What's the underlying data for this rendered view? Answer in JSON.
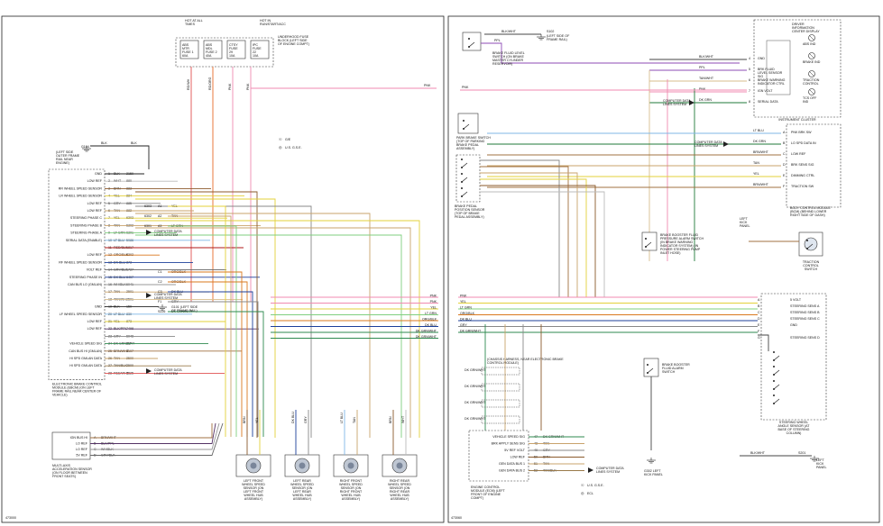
{
  "left_page": {
    "code": "473000",
    "fuse_top": {
      "hot_label": "HOT AT ALL TIMES",
      "hot_label2": "HOT IN RUN/START/ACC",
      "fuses": [
        {
          "name": "ABS MTR FUSE 1",
          "rating": "60A"
        },
        {
          "name": "ABS MDL FUSE 2",
          "rating": "40A"
        },
        {
          "name": "CTSY FUSE 29",
          "rating": "10A"
        },
        {
          "name": "IPC FUSE 22",
          "rating": "10A"
        }
      ],
      "block_label": "UNDERHOOD FUSE BLOCK (LEFT SIDE OF ENGINE COMPT)"
    },
    "top_wire_labels": [
      "RD/WH",
      "RD/ORG",
      "PNK",
      "PNK"
    ],
    "right_feed_label": "PNK",
    "ground_splice": {
      "id": "G104",
      "wire": "BLK",
      "desc": "(LEFT SIDE OUTER FRAME RAIL NEAR ENGINE)"
    },
    "legend": [
      {
        "mark": "☉",
        "text": "G/E"
      },
      {
        "mark": "◎",
        "text": "U.S. G.S.E."
      }
    ],
    "ebcm_pins": [
      {
        "label": "GND",
        "pin": "1",
        "wire": "BLK",
        "circ": "2150"
      },
      {
        "label": "LOW REF",
        "pin": "2",
        "wire": "WHT",
        "circ": "880"
      },
      {
        "label": "RR WHEEL SPEED SENSOR",
        "pin": "3",
        "wire": "BRN",
        "circ": "883"
      },
      {
        "label": "LR WHEEL SPEED SENSOR",
        "pin": "4",
        "wire": "YEL",
        "circ": "884"
      },
      {
        "label": "LOW REF",
        "pin": "5",
        "wire": "GRY",
        "circ": "885"
      },
      {
        "label": "LOW REF",
        "pin": "6",
        "wire": "TAN",
        "circ": "882"
      },
      {
        "label": "STEERING PHASE C",
        "pin": "7",
        "wire": "YEL",
        "circ": "6303"
      },
      {
        "label": "STEERING PHASE B",
        "pin": "8",
        "wire": "TAN",
        "circ": "6302"
      },
      {
        "label": "STEERING PHASE A",
        "pin": "9",
        "wire": "LT GRN",
        "circ": "6301"
      },
      {
        "label": "SERIAL DATA (ENABLE)",
        "pin": "10",
        "wire": "LT BLU",
        "circ": "5986"
      },
      {
        "label": "",
        "pin": "11",
        "wire": "RED/BLK",
        "circ": "1817"
      },
      {
        "label": "LOW REF",
        "pin": "12",
        "wire": "ORG/BLK",
        "circ": "6302"
      },
      {
        "label": "RF WHEEL SPEED SENSOR",
        "pin": "13",
        "wire": "DK BLU",
        "circ": "873"
      },
      {
        "label": "VOLT REF",
        "pin": "14",
        "wire": "GRY/BLK",
        "circ": "1727"
      },
      {
        "label": "STEERING PHASE IN",
        "pin": "15",
        "wire": "DK BLU",
        "circ": "6407"
      },
      {
        "label": "CAN BUS LO (GMLAN)",
        "pin": "16",
        "wire": "WH/BLK",
        "circ": "6041"
      },
      {
        "label": "",
        "pin": "17",
        "wire": "TAN",
        "circ": "2501"
      },
      {
        "label": "",
        "pin": "18",
        "wire": "TAN/WH",
        "circ": "2501"
      },
      {
        "label": "GND",
        "pin": "19",
        "wire": "BLK",
        "circ": "150"
      },
      {
        "label": "LF WHEEL SPEED SENSOR",
        "pin": "20",
        "wire": "LT BLU",
        "circ": "830"
      },
      {
        "label": "LOW REF",
        "pin": "21",
        "wire": "YEL",
        "circ": "873"
      },
      {
        "label": "LOW REF",
        "pin": "22",
        "wire": "BLK/PPL",
        "circ": "7498"
      },
      {
        "label": "",
        "pin": "23",
        "wire": "GRY",
        "circ": "6048"
      },
      {
        "label": "VEHICLE SPEED SIG",
        "pin": "24",
        "wire": "DK GRN/WHT",
        "circ": "817"
      },
      {
        "label": "CAN BUS HI (GMLAN)",
        "pin": "25",
        "wire": "BRN/WHT",
        "circ": "6107"
      },
      {
        "label": "HI SPD GMLAN DATA",
        "pin": "26",
        "wire": "TAN",
        "circ": "2500"
      },
      {
        "label": "HI SPD GMLAN DATA",
        "pin": "27",
        "wire": "TAN/BLK",
        "circ": "2500"
      },
      {
        "label": "",
        "pin": "28",
        "wire": "RED/WHT",
        "circ": "1825"
      }
    ],
    "ebcm_name": "ELECTRONIC BRAKE CONTROL MODULE (EBCM) (ON LEFT FRAME RAIL NEAR CENTER OF VEHICLE)",
    "mid_connectors": [
      {
        "pin": "A1",
        "wire": "YEL",
        "circ": "6303"
      },
      {
        "pin": "A2",
        "wire": "TAN",
        "circ": "6302"
      },
      {
        "pin": "A3",
        "wire": "LT GRN",
        "circ": "6301"
      },
      {
        "pin": "C1",
        "wire": "ORG/BLK",
        "circ": ""
      },
      {
        "pin": "C2",
        "wire": "ORG/BLK",
        "circ": ""
      },
      {
        "pin": "C3",
        "wire": "DK BLU",
        "circ": ""
      },
      {
        "pin": "F1",
        "wire": "GRY",
        "circ": ""
      },
      {
        "pin": "S226",
        "wire": "DK GRN/WHT",
        "circ": ""
      }
    ],
    "data_links": [
      "COMPUTER DATA LINES SYSTEM",
      "COMPUTER DATA LINES SYSTEM",
      "COMPUTER DATA LINES SYSTEM"
    ],
    "ground_left": "G101 (LEFT SIDE OF FRAME RAIL)",
    "right_bus": [
      "PNK",
      "PNK",
      "YEL",
      "LT GRN",
      "ORG/BLK",
      "DK BLU",
      "DK GRN/WHT",
      "DK GRN/WHT"
    ],
    "yaw_sensor": {
      "pins": [
        {
          "label": "IGN BUS HI",
          "pin": "A",
          "wire": "BRN/WHT"
        },
        {
          "label": "LO REF",
          "pin": "B",
          "wire": "BLK/PPL"
        },
        {
          "label": "LO REF",
          "pin": "C",
          "wire": "WH/BLK"
        },
        {
          "label": "5V REF",
          "pin": "D",
          "wire": "GRY/BLK"
        }
      ],
      "name": "MULTI-AXIS ACCELERATION SENSOR (ON FLOOR BETWEEN FRONT SEATS)"
    },
    "wheel_sensors": [
      {
        "wires": [
          "BRN",
          "YEL"
        ],
        "name": "LEFT FRONT WHEEL SPEED SENSOR (ON LEFT FRONT WHEEL HUB ASSEMBLY)"
      },
      {
        "wires": [
          "DK BLU",
          "GRY"
        ],
        "name": "LEFT REAR WHEEL SPEED SENSOR (ON LEFT REAR WHEEL HUB ASSEMBLY)"
      },
      {
        "wires": [
          "LT BLU",
          "TAN"
        ],
        "name": "RIGHT FRONT WHEEL SPEED SENSOR (ON RIGHT FRONT WHEEL HUB ASSEMBLY)"
      },
      {
        "wires": [
          "BRN",
          "WHT"
        ],
        "name": "RIGHT REAR WHEEL SPEED SENSOR (ON RIGHT REAR WHEEL HUB ASSEMBLY)"
      }
    ]
  },
  "right_page": {
    "code": "473060",
    "top_ground": {
      "wire": "BLK/WHT",
      "splice": "S102",
      "desc": "(LEFT SIDE OF FRAME RAIL)"
    },
    "fluid_switch": {
      "wire": "PPL",
      "name": "BRAKE FLUID LEVEL SWITCH (ON BRAKE MASTER CYLINDER RESERVOIR)"
    },
    "ipc": {
      "name": "INSTRUMENT CLUSTER",
      "header": "DRIVER INFORMATION CENTER DISPLAY",
      "pins": [
        {
          "pin": "4",
          "label": "GND",
          "wire": "BLK/WHT"
        },
        {
          "pin": "5",
          "label": "BRK FLUID LEVEL SENSOR SIG",
          "wire": "PPL"
        },
        {
          "pin": "6",
          "label": "BRAKE WARNING INDICATOR CTRL",
          "wire": "TAN/WHT"
        },
        {
          "pin": "7",
          "label": "IGN VOLT",
          "wire": "PNK"
        },
        {
          "pin": "8",
          "label": "SERIAL DATA",
          "wire": "DK GRN"
        }
      ],
      "lamps": [
        "ABS IND",
        "BRAKE IND",
        "TRACTION CONTROL",
        "TCS OFF IND"
      ]
    },
    "bcm": {
      "name": "BODY CONTROL MODULE (BCM) (BEHIND LOWER RIGHT SIDE OF DASH)",
      "pins": [
        {
          "pin": "A",
          "label": "PNK BRK SW",
          "wire": "LT BLU"
        },
        {
          "pin": "B",
          "label": "LO SPD DATA IN",
          "wire": "DK GRN"
        },
        {
          "pin": "C",
          "label": "LOW REF",
          "wire": "BRN/WHT"
        },
        {
          "pin": "D",
          "label": "BRK SENS SIG",
          "wire": "TAN"
        },
        {
          "pin": "E",
          "label": "DIMMING CTRL",
          "wire": "YEL"
        },
        {
          "pin": "F",
          "label": "TRACTION SW",
          "wire": "BRN/WHT"
        }
      ]
    },
    "park_switch": "PARK BRAKE SWITCH (TOP OF PARKING BRAKE PEDAL ASSEMBLY)",
    "pedal_sensor": "BRAKE PEDAL POSITION SENSOR (TOP OF BRAKE PEDAL ASSEMBLY)",
    "booster_switch_top": "BRAKE BOOSTER FLUID PRESSURE ALARM SWITCH (IN BRAKE WARNING INDICATOR SYSTEM) (IN POWER STEERING PUMP INLET HOSE)",
    "traction_switch": "TRACTION CONTROL SWITCH",
    "left_kick": "LEFT KICK PANEL",
    "steering_sensor": {
      "name": "STEERING WHEEL ANGLE SENSOR (AT BASE OF STEERING COLUMN)",
      "pins": [
        {
          "pin": "A",
          "label": "5 VOLT",
          "wire": "PNK"
        },
        {
          "pin": "B",
          "label": "STEERING SENS A",
          "wire": "YEL"
        },
        {
          "pin": "C",
          "label": "STEERING SENS B",
          "wire": "LT GRN"
        },
        {
          "pin": "D",
          "label": "STEERING SENS C",
          "wire": "ORG/BLK"
        },
        {
          "pin": "E",
          "label": "GND",
          "wire": "DK BLU"
        },
        {
          "pin": "F",
          "label": "",
          "wire": "GRY"
        },
        {
          "pin": "G",
          "label": "STEERING SENS D",
          "wire": "BLK/WHT"
        }
      ]
    },
    "left_bus": [
      "PNK",
      "YEL",
      "LT GRN",
      "ORG/BLK",
      "DK BLU",
      "GRY",
      "DK GRN/WHT"
    ],
    "ecm": {
      "name": "ENGINE CONTROL MODULE (ECM) (LEFT FRONT OF ENGINE COMPT)",
      "pins": [
        {
          "label": "VEHICLE SPEED SIG",
          "pin": "47",
          "wire": "DK GRN/WHT"
        },
        {
          "label": "BRK APPLY SENS SIG",
          "pin": "48",
          "wire": "TAN"
        },
        {
          "label": "5V REF VOLT",
          "pin": "49",
          "wire": "GRY"
        },
        {
          "label": "LOW REF",
          "pin": "50",
          "wire": "BRN"
        },
        {
          "label": "GEN DATA BUS 1",
          "pin": "51",
          "wire": "TAN"
        },
        {
          "label": "GEN DATA BUS 2",
          "pin": "52",
          "wire": "TAN/BLK"
        }
      ]
    },
    "harness": "(CHASSIS HARNESS, NEAR ELECTRONIC BRAKE CONTROL MODULE)",
    "booster_switch_bottom": "BRAKE BOOSTER FLUID ALARM SWITCH",
    "bottom_ground": {
      "wire": "BLK/WHT",
      "splice": "S201",
      "desc": "LEFT KICK PANEL"
    },
    "g302": "G302 LEFT KICK PANEL",
    "legend": [
      {
        "mark": "☉",
        "text": "U.S. G.S.E."
      },
      {
        "mark": "◎",
        "text": "ECL"
      }
    ]
  }
}
